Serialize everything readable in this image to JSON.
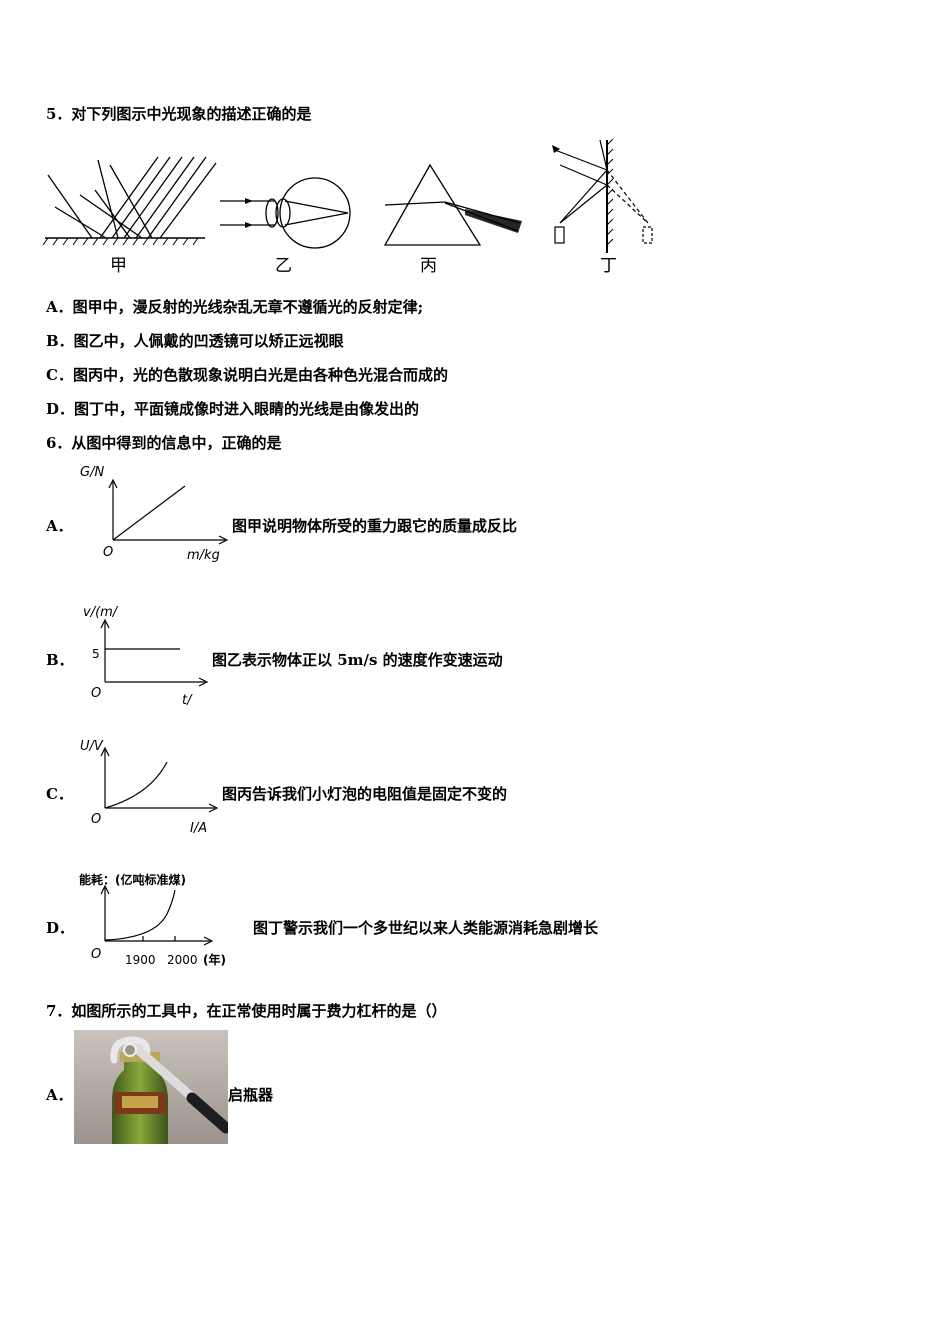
{
  "q5": {
    "title": "5．对下列图示中光现象的描述正确的是",
    "captions": [
      "甲",
      "乙",
      "丙",
      "丁"
    ],
    "options": [
      "A．图甲中，漫反射的光线杂乱无章不遵循光的反射定律;",
      "B．图乙中，人佩戴的凹透镜可以矫正远视眼",
      "C．图丙中，光的色散现象说明白光是由各种色光混合而成的",
      "D．图丁中，平面镜成像时进入眼睛的光线是由像发出的"
    ]
  },
  "q6": {
    "title": "6．从图中得到的信息中，正确的是",
    "items": [
      {
        "label": "A．",
        "ylabel": "G/N",
        "xlabel": "m/kg",
        "origin": "O",
        "text": "图甲说明物体所受的重力跟它的质量成反比"
      },
      {
        "label": "B．",
        "ylabel": "v/(m/",
        "xlabel": "t/",
        "origin": "O",
        "tick": "5",
        "text": "图乙表示物体正以 5m/s 的速度作变速运动"
      },
      {
        "label": "C．",
        "ylabel": "U/V",
        "xlabel": "I/A",
        "origin": "O",
        "text": "图丙告诉我们小灯泡的电阻值是固定不变的"
      },
      {
        "label": "D．",
        "ylabel": "能耗：(亿吨标准煤)",
        "x1": "1900",
        "x2": "2000",
        "xunit": "(年)",
        "origin": "O",
        "text": "图丁警示我们一个多世纪以来人类能源消耗急剧增长"
      }
    ]
  },
  "q7": {
    "title": "7．如图所示的工具中，在正常使用时属于费力杠杆的是（）",
    "optA_label": "A．",
    "optA_text": "启瓶器"
  }
}
